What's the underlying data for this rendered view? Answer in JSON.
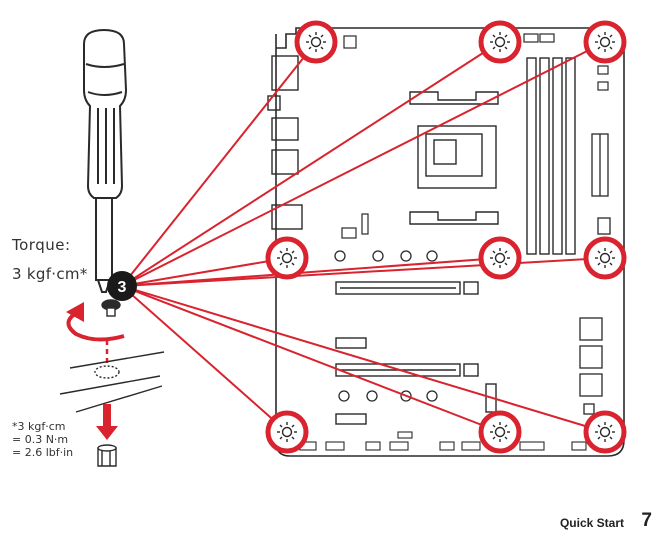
{
  "torque": {
    "title": "Torque:",
    "value": "3 kgf·cm*"
  },
  "step_number": "3",
  "note": {
    "line1": "*3 kgf·cm",
    "line2": "= 0.3 N·m",
    "line3": "= 2.6 lbf·in"
  },
  "footer": {
    "label": "Quick Start",
    "page": "7"
  },
  "colors": {
    "accent": "#d9232e",
    "outline": "#2a2a2a"
  },
  "mounting_holes": [
    "hole-top-left",
    "hole-top-center",
    "hole-top-right",
    "hole-mid-left",
    "hole-mid-center",
    "hole-mid-right",
    "hole-bottom-left",
    "hole-bottom-center",
    "hole-bottom-right"
  ]
}
